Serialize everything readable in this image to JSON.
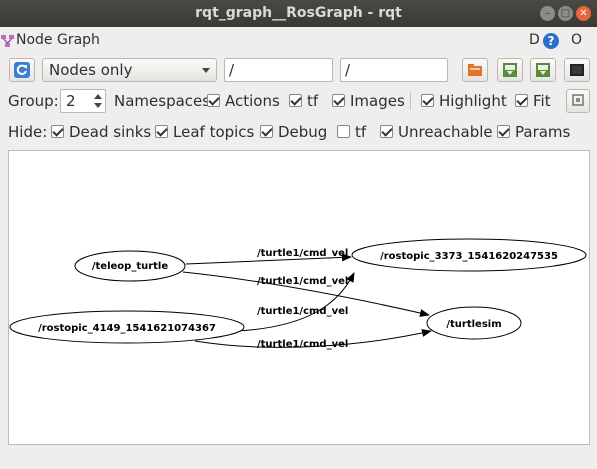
{
  "window": {
    "title": "rqt_graph__RosGraph - rqt"
  },
  "plugin": {
    "title": "Node Graph",
    "d_label": "D",
    "help_label": "?",
    "o_label": "O"
  },
  "toolbar": {
    "filter_mode": "Nodes only",
    "node_filter": "/",
    "topic_filter": "/"
  },
  "options": {
    "group_label": "Group:",
    "group_value": "2",
    "namespaces": {
      "label": "Namespaces",
      "checked": true
    },
    "actions": {
      "label": "Actions",
      "checked": true
    },
    "tf": {
      "label": "tf",
      "checked": true
    },
    "images": {
      "label": "Images",
      "checked": true
    },
    "highlight": {
      "label": "Highlight",
      "checked": true
    },
    "fit": {
      "label": "Fit",
      "checked": true
    }
  },
  "hide": {
    "label": "Hide:",
    "dead_sinks": {
      "label": "Dead sinks",
      "checked": true
    },
    "leaf_topics": {
      "label": "Leaf topics",
      "checked": true
    },
    "debug": {
      "label": "Debug",
      "checked": true
    },
    "tf": {
      "label": "tf",
      "checked": false
    },
    "unreachable": {
      "label": "Unreachable",
      "checked": true
    },
    "params": {
      "label": "Params",
      "checked": true
    }
  },
  "graph": {
    "nodes": {
      "teleop": "/teleop_turtle",
      "rostopic_3373": "/rostopic_3373_1541620247535",
      "rostopic_4149": "/rostopic_4149_1541621074367",
      "turtlesim": "/turtlesim"
    },
    "edges": {
      "e1": "/turtle1/cmd_vel",
      "e2": "/turtle1/cmd_vel",
      "e3": "/turtle1/cmd_vel",
      "e4": "/turtle1/cmd_vel"
    }
  }
}
